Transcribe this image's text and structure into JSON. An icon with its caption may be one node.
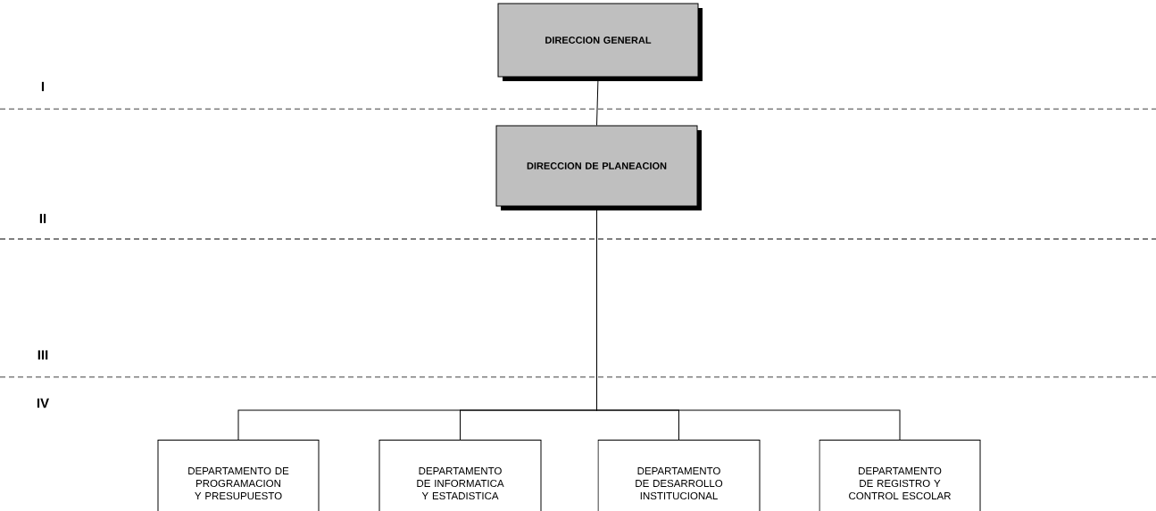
{
  "diagram": {
    "nodes": [
      {
        "text": [
          "DIRECCION GENERAL"
        ]
      },
      {
        "text": [
          "DIRECCION DE PLANEACION"
        ]
      },
      {
        "text": [
          "DEPARTAMENTO DE PROGRAMACION Y PRESUPUESTO"
        ]
      },
      {
        "text": [
          "DEPARTAMENTO DE INFORMATICA Y ESTADISTICA"
        ]
      },
      {
        "text": [
          "DEPARTAMENTO DE DESARROLLO INSTITUCIONAL"
        ]
      },
      {
        "text": [
          "DEPARTAMENTO DE REGISTRO Y CONTROL ESCOLAR"
        ]
      }
    ],
    "edges": [
      {
        "from": 0,
        "to": 1,
        "arrow": "none"
      },
      {
        "from": 1,
        "to": 2,
        "arrow": "none"
      },
      {
        "from": 1,
        "to": 3,
        "arrow": "none"
      },
      {
        "from": 1,
        "to": 4,
        "arrow": "none"
      },
      {
        "from": 1,
        "to": 5,
        "arrow": "none"
      }
    ],
    "labels": [
      "I",
      "II",
      "III",
      "IV"
    ]
  }
}
